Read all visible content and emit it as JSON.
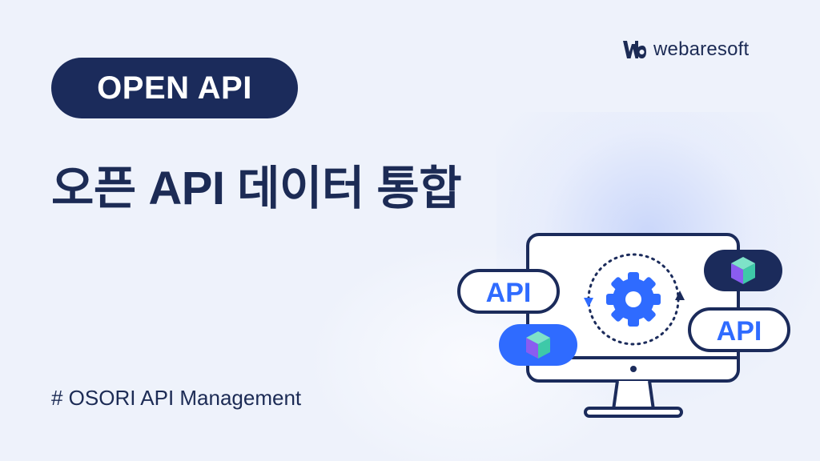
{
  "brand": {
    "logo_text": "webaresoft",
    "logo_icon": "wb-logo-icon"
  },
  "badge": {
    "label": "OPEN API"
  },
  "title": "오픈 API 데이터 통합",
  "tagline": "# OSORI API Management",
  "illustration": {
    "pill_api_left": "API",
    "pill_api_right": "API",
    "icons": [
      "monitor-icon",
      "gear-icon",
      "sync-arrows-icon",
      "cube-icon"
    ]
  },
  "colors": {
    "navy": "#1b2b5b",
    "blue": "#2f6bff",
    "background": "#eef2fb",
    "cube_teal": "#3ec9a8",
    "cube_purple": "#7a55e0"
  }
}
